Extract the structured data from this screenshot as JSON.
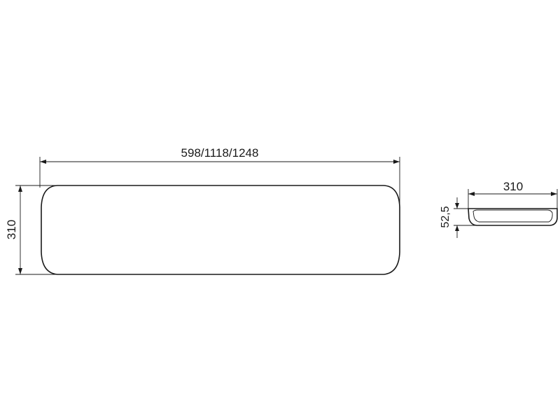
{
  "front_view": {
    "width_label": "598/1118/1248",
    "height_label": "310"
  },
  "side_view": {
    "depth_label": "310",
    "thickness_label": "52,5"
  },
  "colors": {
    "line": "#1a1a1a",
    "background": "#ffffff"
  }
}
